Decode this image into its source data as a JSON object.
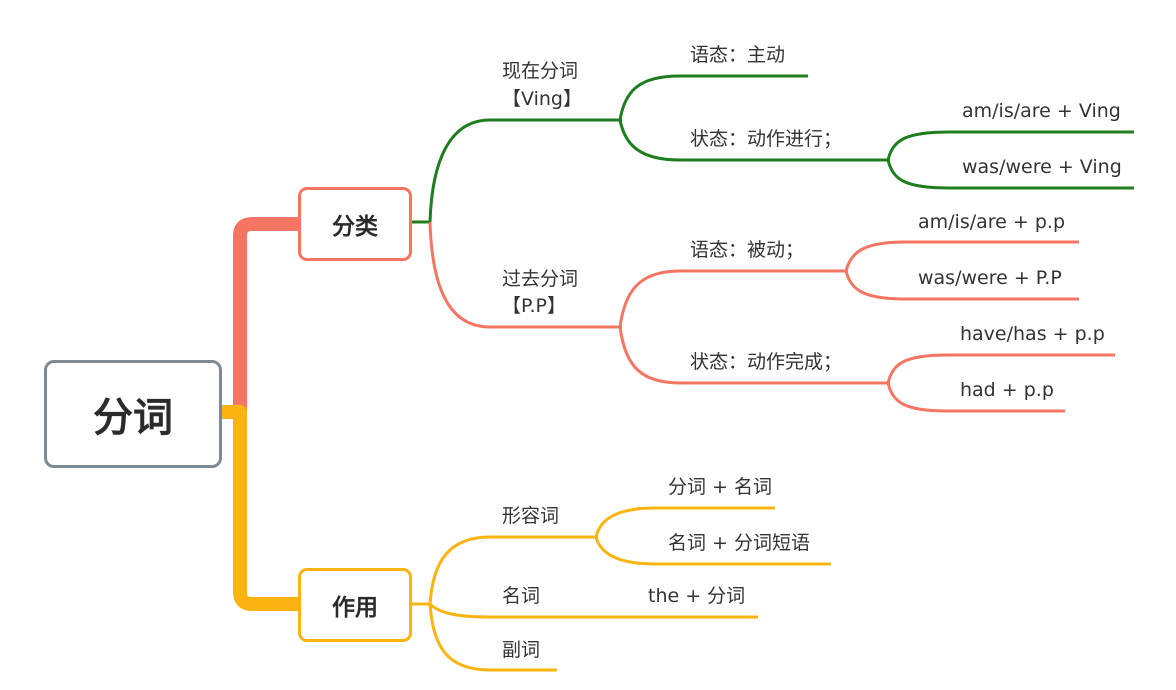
{
  "colors": {
    "root_border": "#7d8a96",
    "branch_classification": "#f47562",
    "branch_usage": "#fbb40f",
    "sub_green": "#1e7d1e",
    "sub_red": "#f47562"
  },
  "root": {
    "label": "分词"
  },
  "classification": {
    "label": "分类",
    "present": {
      "title": "现在分词",
      "tag": "【Ving】",
      "voice": "语态：主动",
      "state": "状态：动作进行；",
      "forms": [
        "am/is/are + Ving",
        "was/were + Ving"
      ]
    },
    "past": {
      "title": "过去分词",
      "tag": "【P.P】",
      "voice": "语态：被动；",
      "voice_forms": [
        "am/is/are + p.p",
        "was/were + P.P"
      ],
      "state": "状态：动作完成；",
      "state_forms": [
        "have/has + p.p",
        "had + p.p"
      ]
    }
  },
  "usage": {
    "label": "作用",
    "adjective": "形容词",
    "adjective_forms": [
      "分词 + 名词",
      "名词 + 分词短语"
    ],
    "noun": "名词",
    "noun_form": "the + 分词",
    "adverb": "副词"
  }
}
